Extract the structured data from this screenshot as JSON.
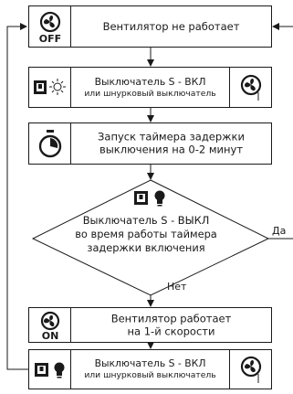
{
  "step1": {
    "text": "Вентилятор не работает",
    "icon": "fan-off-icon",
    "badge": "OFF"
  },
  "step2": {
    "line1": "Выключатель S - ВКЛ",
    "line2": "или шнурковый выключатель",
    "icons": [
      "switch-icon",
      "light-on-icon",
      "fan-pull-icon"
    ]
  },
  "step3": {
    "line1": "Запуск таймера задержки",
    "line2": "выключения на 0-2 минут",
    "icon": "timer-icon"
  },
  "decision": {
    "line1": "Выключатель S - ВЫКЛ",
    "line2": "во время работы таймера",
    "line3": "задержки включения",
    "yes_label": "Да",
    "no_label": "Нет",
    "icons": [
      "switch-icon",
      "bulb-icon"
    ]
  },
  "step4": {
    "line1": "Вентилятор работает",
    "line2": "на 1-й скорости",
    "icon": "fan-on-icon",
    "badge": "ON"
  },
  "step5": {
    "line1": "Выключатель S - ВКЛ",
    "line2": "или шнурковый выключатель",
    "icons": [
      "switch-icon",
      "bulb-icon",
      "fan-pull-icon"
    ]
  }
}
